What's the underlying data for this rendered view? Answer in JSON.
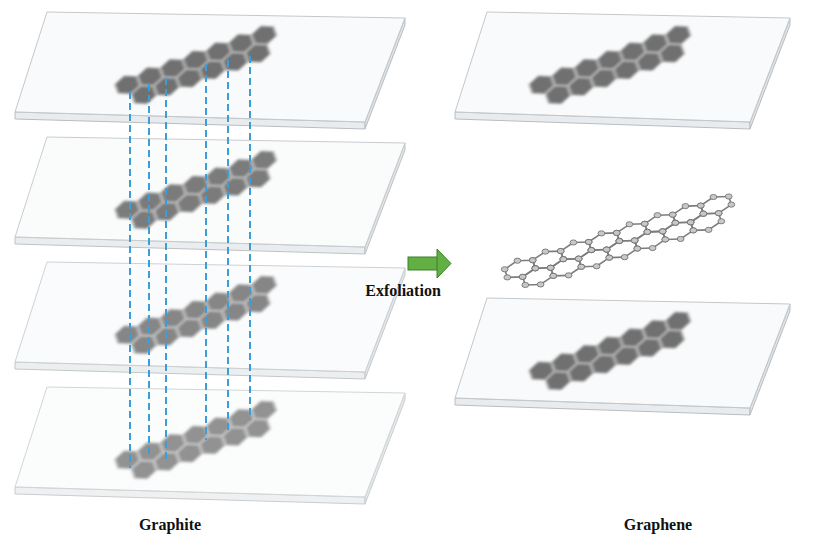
{
  "diagram": {
    "labels": [
      "Exfoliation",
      "Graphite",
      "Graphene"
    ]
  }
}
